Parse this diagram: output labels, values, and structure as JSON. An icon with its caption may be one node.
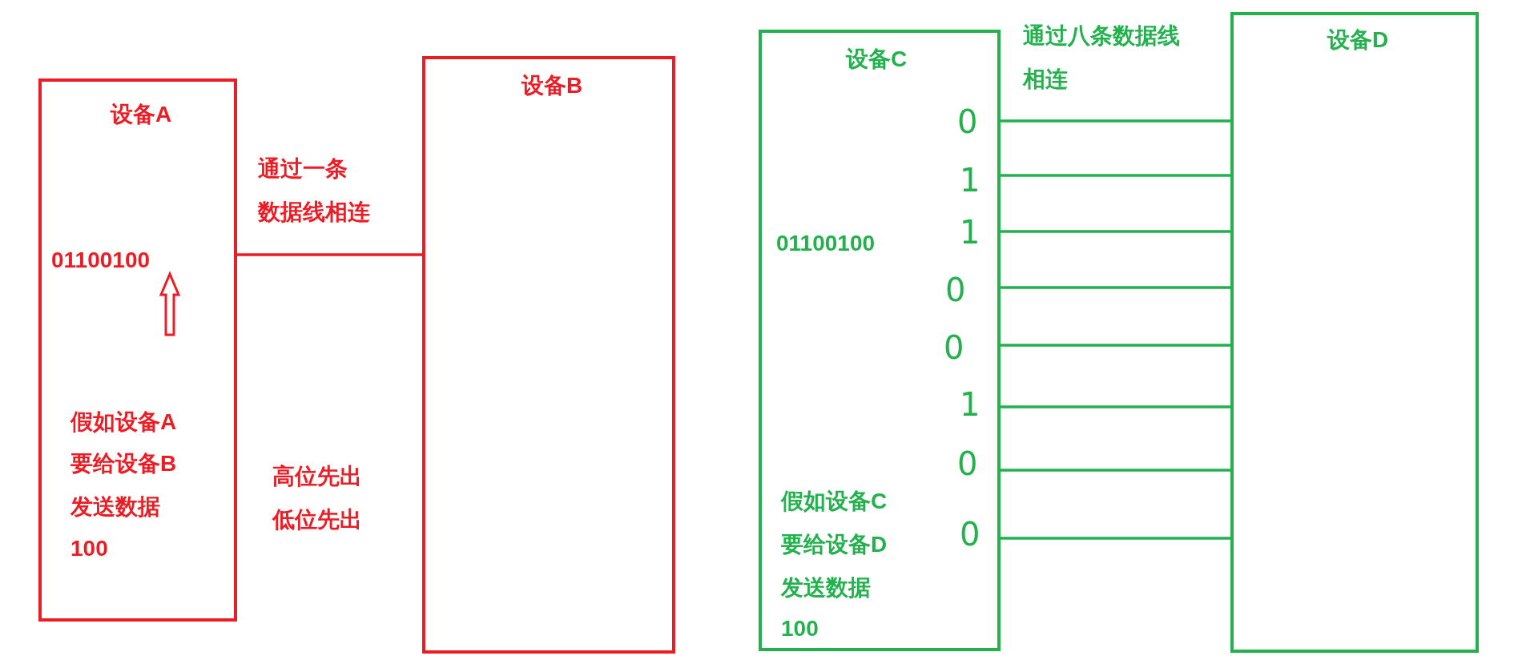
{
  "diagram": {
    "nodes": [
      {
        "text": [
          "设备A",
          "01100100",
          "假如设备A",
          "要给设备B",
          "发送数据",
          "100"
        ]
      },
      {
        "text": [
          "设备B"
        ]
      },
      {
        "text": [
          "设备C",
          "01100100",
          "假如设备C",
          "要给设备D",
          "发送数据",
          "100"
        ]
      },
      {
        "text": [
          "设备D"
        ]
      }
    ],
    "edges": [
      {
        "from": 0,
        "to": 1,
        "arrow": "none",
        "color": "#ed1c24"
      },
      {
        "from": 2,
        "to": 3,
        "arrow": "none"
      },
      {
        "from": 2,
        "to": 3,
        "arrow": "none"
      },
      {
        "from": 2,
        "to": 3,
        "arrow": "none"
      },
      {
        "from": 2,
        "to": 3,
        "arrow": "none"
      },
      {
        "from": 2,
        "to": 3,
        "arrow": "none"
      },
      {
        "from": 2,
        "to": 3,
        "arrow": "none"
      },
      {
        "from": 2,
        "to": 3,
        "arrow": "none"
      },
      {
        "from": 2,
        "to": 3,
        "arrow": "none"
      }
    ],
    "labels": [
      "通过一条",
      "数据线相连",
      "高位先出",
      "低位先出",
      "通过八条数据线",
      "相连",
      "0",
      "1",
      "1",
      "0",
      "0",
      "1",
      "0",
      "0"
    ]
  }
}
